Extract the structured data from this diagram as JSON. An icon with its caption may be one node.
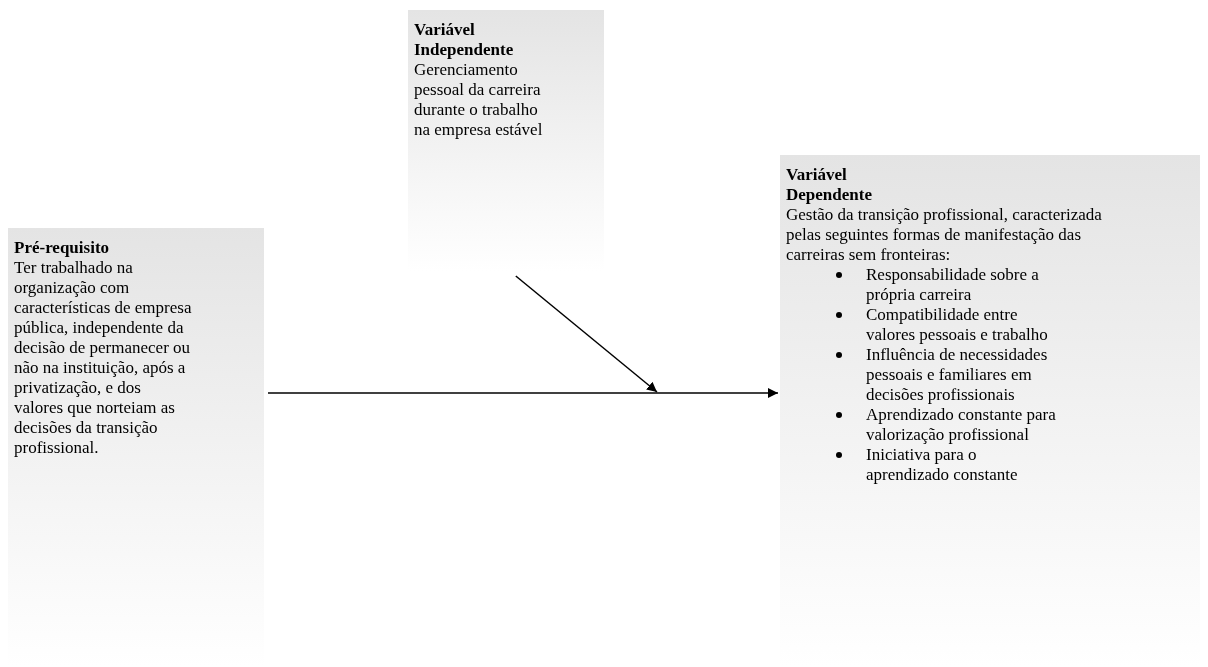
{
  "diagram": {
    "nodes": [
      {
        "text": [
          "Pré-requisito",
          "Ter trabalhado na organização com características de empresa pública, independente da decisão de permanecer ou não na instituição, após a privatização, e dos valores que norteiam as decisões da transição profissional."
        ]
      },
      {
        "text": [
          "Variável Independente",
          "Gerenciamento pessoal da carreira durante o trabalho na empresa estável"
        ]
      },
      {
        "text": [
          "Variável Dependente",
          "Gestão da transição profissional, caracterizada pelas seguintes formas de manifestação das carreiras sem fronteiras:",
          "Responsabilidade sobre a própria carreira",
          "Compatibilidade entre valores pessoais e trabalho",
          "Influência de necessidades pessoais e familiares em decisões profissionais",
          "Aprendizado constante para valorização profissional",
          "Iniciativa para o aprendizado constante"
        ]
      }
    ],
    "edges": [
      {
        "from": 0,
        "to": 2,
        "arrow": "to"
      },
      {
        "from": 1,
        "to": null,
        "arrow": "to"
      }
    ]
  }
}
